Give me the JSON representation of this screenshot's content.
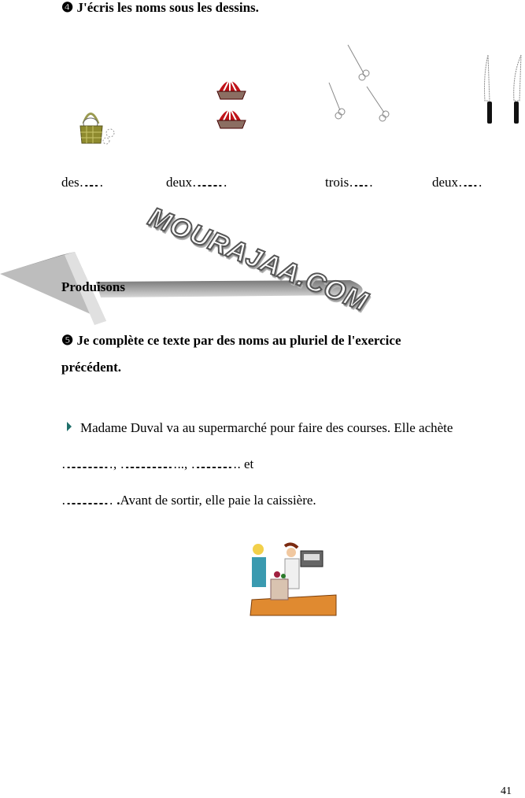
{
  "exercise4": {
    "number": "❹",
    "title": "J'écris les noms sous les dessins.",
    "labels": [
      "des………",
      "deux……………",
      "trois………",
      "deux………"
    ]
  },
  "section": {
    "title": "Produisons"
  },
  "exercise5": {
    "number": "❺",
    "title_line1": "Je complète ce texte par des noms au pluriel de l'exercice",
    "title_line2": "précédent.",
    "line1": "Madame Duval va au supermarché pour faire des courses. Elle  achète",
    "line2": "……………………, ……………………….., …………………. et",
    "line3_blank": "…………………… ",
    "line3_bold": ".",
    "line3_rest": "Avant de sortir, elle paie la caissière."
  },
  "watermark": "MOURAJAA.COM",
  "page_number": "41"
}
